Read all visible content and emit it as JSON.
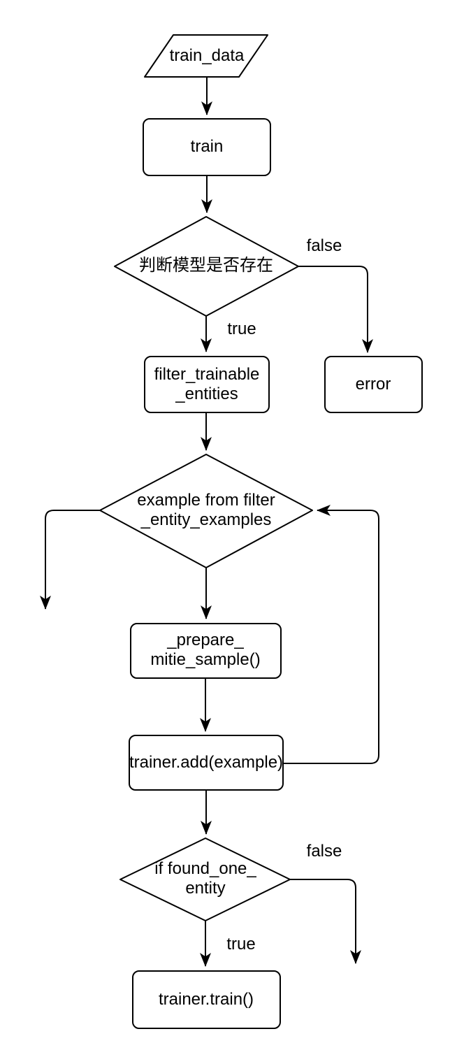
{
  "diagram": {
    "background_color": "#ffffff",
    "line_color": "#000000",
    "text_color": "#000000",
    "type": "flowchart",
    "nodes": [
      {
        "shape": "parallelogram",
        "label": "train_data"
      },
      {
        "shape": "rounded-rectangle",
        "label": "train"
      },
      {
        "shape": "diamond",
        "label": "判断模型是否存在"
      },
      {
        "shape": "rounded-rectangle",
        "label": "error"
      },
      {
        "shape": "rounded-rectangle",
        "label": "filter_trainable\n_entities"
      },
      {
        "shape": "diamond",
        "label": "example from filter\n_entity_examples"
      },
      {
        "shape": "rounded-rectangle",
        "label": "_prepare_\nmitie_sample()"
      },
      {
        "shape": "rounded-rectangle",
        "label": "trainer.add(example)"
      },
      {
        "shape": "diamond",
        "label": "if found_one_\nentity"
      },
      {
        "shape": "rounded-rectangle",
        "label": "trainer.train()"
      }
    ],
    "edge_labels": {
      "model_check_false": "false",
      "model_check_true": "true",
      "entity_check_false": "false",
      "entity_check_true": "true"
    }
  }
}
